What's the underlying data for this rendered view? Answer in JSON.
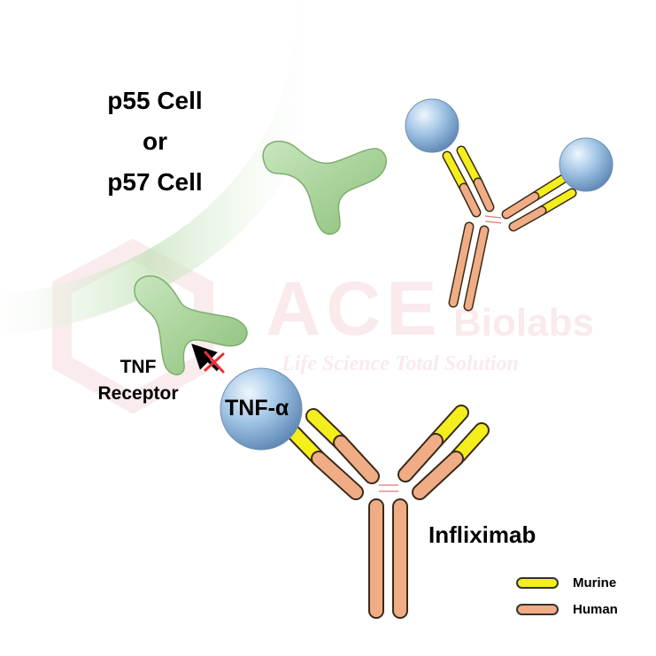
{
  "labels": {
    "cell_line1": "p55 Cell",
    "cell_line2": "or",
    "cell_line3": "p57 Cell",
    "receptor_line1": "TNF",
    "receptor_line2": "Receptor",
    "tnf_alpha": "TNF-α",
    "drug": "Infliximab"
  },
  "legend": {
    "murine": {
      "label": "Murine",
      "color": "#f3ee1c"
    },
    "human": {
      "label": "Human",
      "color": "#f0ad85"
    }
  },
  "watermark": {
    "brand": "ACE",
    "sub": "Biolabs",
    "tagline": "Life Science Total Solution"
  },
  "colors": {
    "membrane": "#b8ddb0",
    "receptor": "#9fd08f",
    "tnf_sphere": "#9fc2e3",
    "blocked_mark": "#e8323a"
  }
}
